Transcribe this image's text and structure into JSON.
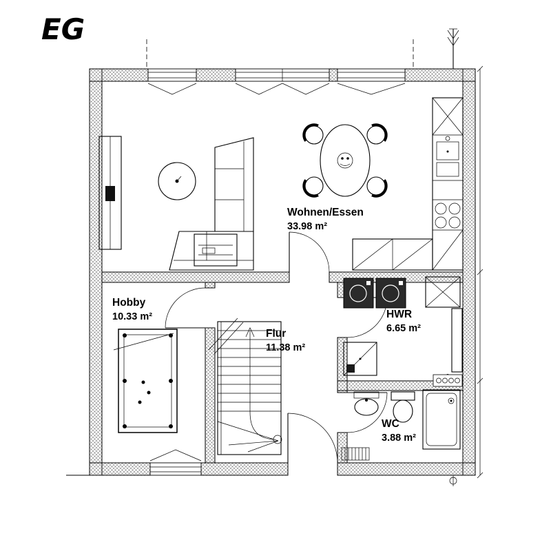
{
  "title": "EG",
  "rooms": {
    "living": {
      "name": "Wohnen/Essen",
      "area": "33.98 m²"
    },
    "hobby": {
      "name": "Hobby",
      "area": "10.33 m²"
    },
    "hall": {
      "name": "Flur",
      "area": "11.38 m²"
    },
    "utility": {
      "name": "HWR",
      "area": "6.65 m²"
    },
    "wc": {
      "name": "WC",
      "area": "3.88 m²"
    }
  },
  "colors": {
    "line": "#000000",
    "background": "#ffffff"
  }
}
